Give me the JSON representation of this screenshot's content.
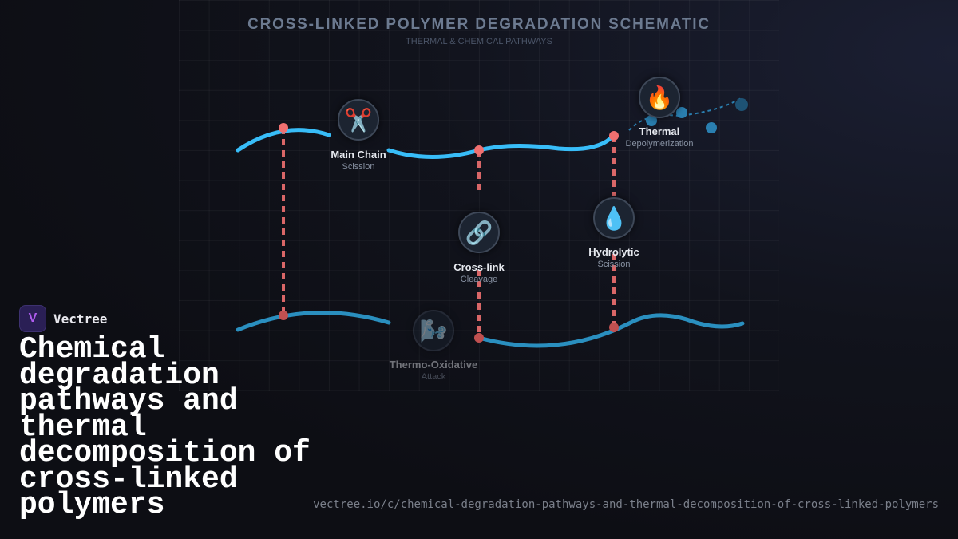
{
  "header": {
    "title": "CROSS-LINKED POLYMER DEGRADATION SCHEMATIC",
    "subtitle": "THERMAL & CHEMICAL PATHWAYS"
  },
  "colors": {
    "chain": "#38bdf8",
    "crosslink": "#f07070",
    "node_bg": "#1c2431",
    "brand": "#b05cf0"
  },
  "nodes": [
    {
      "icon": "scissors-icon",
      "glyph": "✂️",
      "title": "Main Chain",
      "subtitle": "Scission"
    },
    {
      "icon": "link-icon",
      "glyph": "🔗",
      "title": "Cross-link",
      "subtitle": "Cleavage"
    },
    {
      "icon": "droplet-icon",
      "glyph": "💧",
      "title": "Hydrolytic",
      "subtitle": "Scission"
    },
    {
      "icon": "fire-icon",
      "glyph": "🔥",
      "title": "Thermal",
      "subtitle": "Depolymerization"
    },
    {
      "icon": "wind-face-icon",
      "glyph": "🌬️",
      "title": "Thermo-Oxidative",
      "subtitle": "Attack"
    }
  ],
  "brand": {
    "name": "Vectree",
    "logo_glyph": "V"
  },
  "headline": "Chemical degradation pathways and thermal decomposition of cross-linked polymers",
  "url": "vectree.io/c/chemical-degradation-pathways-and-thermal-decomposition-of-cross-linked-polymers"
}
